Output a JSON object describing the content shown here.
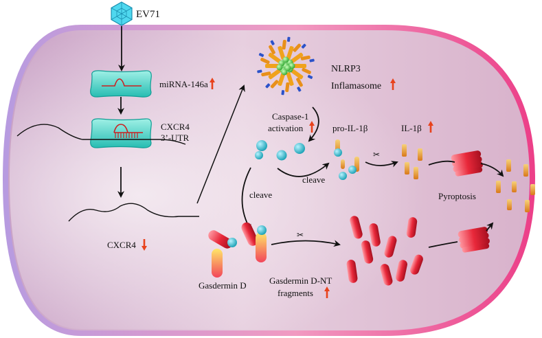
{
  "labels": {
    "virus": "EV71",
    "mirna": "miRNA-146a",
    "cxcr4_utr_line1": "CXCR4",
    "cxcr4_utr_line2": "3’-UTR",
    "cxcr4": "CXCR4",
    "nlrp3_line1": "NLRP3",
    "nlrp3_line2": "Inflamasome",
    "caspase_line1": "Caspase-1",
    "caspase_line2": "activation",
    "pro_il1b": "pro-IL-1β",
    "il1b": "IL-1β",
    "cleave_left": "cleave",
    "cleave_right": "cleave",
    "pyroptosis": "Pyroptosis",
    "gasdermin_d": "Gasdermin D",
    "gsdmd_nt_line1": "Gasdermin D-NT",
    "gsdmd_nt_line2": "fragments",
    "scissors_glyph": "✂"
  },
  "indicators": {
    "mirna": "up",
    "cxcr4": "down",
    "nlrp3": "up",
    "caspase": "up",
    "il1b": "up",
    "gsdmd_nt": "up"
  },
  "colors": {
    "cell_fill": "#d9b5cc",
    "cell_border": "#e84a8f",
    "arrow_indicator": "#e8421c",
    "virus": "#2cc6e0",
    "nucleus": "#3ccfc4",
    "rna": "#cc1f1f",
    "caspase_sphere": "#2bb9c9",
    "il1b_bar": "#e0871c",
    "gsdmd_fragment": "#e82b3a",
    "gsdmd_tail": "#f4d13a",
    "nlrp3_core": "#3ec43a",
    "nlrp3_spoke": "#f0a21c",
    "nlrp3_tip": "#2b52c9"
  },
  "icons": [
    "virus-icon",
    "nucleus-icon",
    "nlrp3-icon",
    "caspase-icon",
    "il1b-icon",
    "gasdermin-icon",
    "scissors-icon",
    "pore-icon"
  ]
}
